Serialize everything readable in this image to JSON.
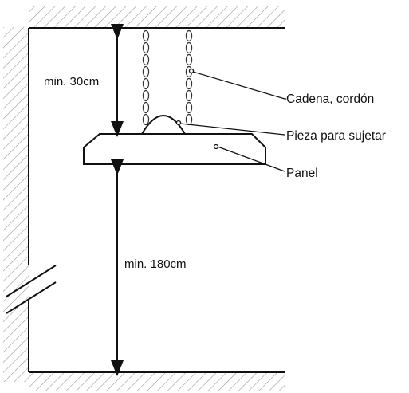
{
  "dimensions": {
    "top_clearance_label": "min. 30cm",
    "floor_clearance_label": "min. 180cm"
  },
  "callouts": {
    "chain_label": "Cadena, cordón",
    "holder_label": "Pieza para sujetar",
    "panel_label": "Panel"
  }
}
